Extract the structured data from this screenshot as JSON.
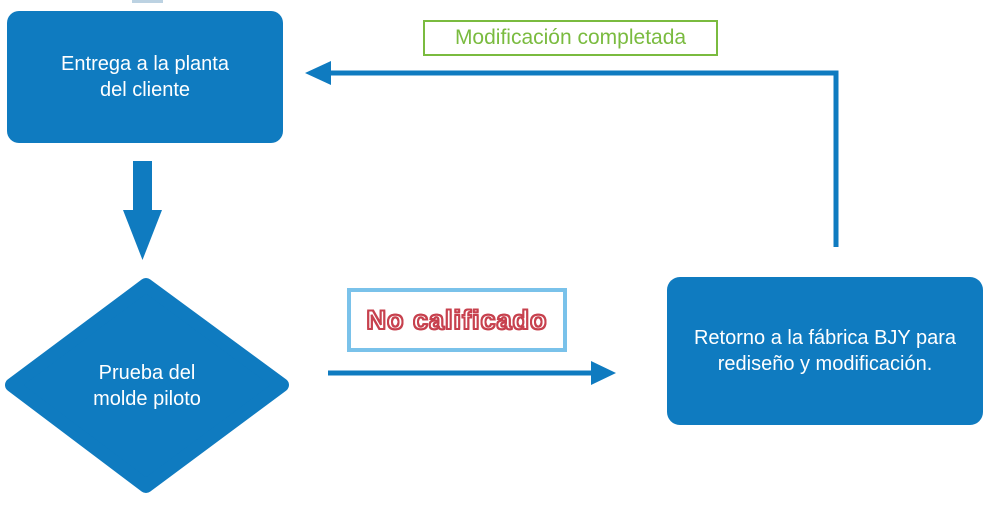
{
  "colors": {
    "shape_blue": "#0f7bc0",
    "connector_blue": "#0f7bc0",
    "label_green": "#7abb3f",
    "label_light_blue_border": "#7ac2ea",
    "label_red_text": "#c7414e",
    "node_text": "#ffffff",
    "background": "#ffffff"
  },
  "nodes": {
    "entrega": {
      "line1": "Entrega a la planta",
      "line2": "del cliente"
    },
    "prueba": {
      "line1": "Prueba del",
      "line2": "molde piloto"
    },
    "retorno": {
      "line1": "Retorno a la fábrica BJY para",
      "line2": "rediseño y modificación."
    }
  },
  "labels": {
    "modificacion_completada": "Modificación completada",
    "no_calificado": "No calificado"
  }
}
